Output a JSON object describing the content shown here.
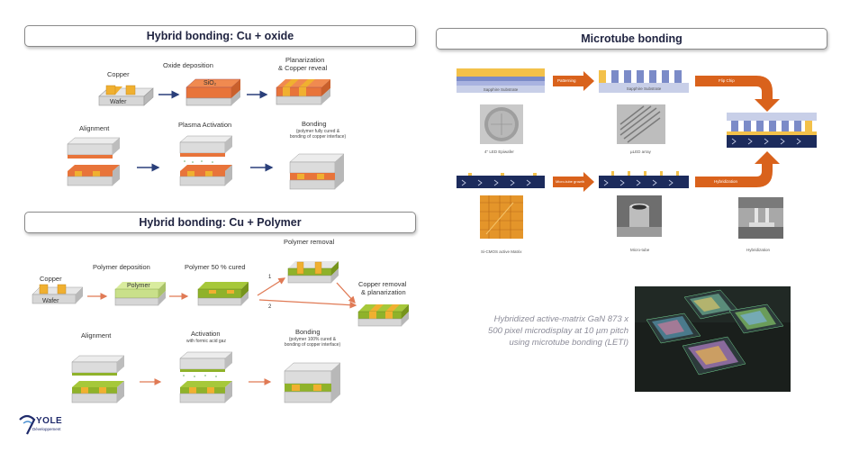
{
  "left": {
    "oxide_title": "Hybrid bonding: Cu + oxide",
    "polymer_title": "Hybrid bonding: Cu + Polymer",
    "oxide": {
      "copper": "Copper",
      "wafer": "Wafer",
      "oxide_deposition": "Oxide deposition",
      "sio2": "SiO₂",
      "planarization_l1": "Planarization",
      "planarization_l2": "& Copper reveal",
      "alignment": "Alignment",
      "plasma_activation": "Plasma Activation",
      "bonding": "Bonding",
      "bonding_note_l1": "(polymer fully cured &",
      "bonding_note_l2": "bonding of copper interface)"
    },
    "polymer": {
      "copper": "Copper",
      "wafer": "Wafer",
      "polymer_deposition": "Polymer deposition",
      "polymer": "Polymer",
      "polymer_cured": "Polymer 50 % cured",
      "polymer_removal": "Polymer removal",
      "path1": "1",
      "path2": "2",
      "copper_removal_l1": "Copper removal",
      "copper_removal_l2": "& planarization",
      "alignment": "Alignment",
      "activation": "Activation",
      "activation_note": "with formic acid gaz",
      "bonding": "Bonding",
      "bonding_note_l1": "(polymer 100% cured &",
      "bonding_note_l2": "bonding of copper interface)"
    },
    "logo": {
      "name": "YOLE",
      "sub": "Développement"
    }
  },
  "right": {
    "title": "Microtube bonding",
    "labels": {
      "patterning": "Patterning",
      "flip_chip": "Flip Chip",
      "microtube_growth": "Micro-tube growth",
      "hybridization": "Hybridization",
      "sapphire_substrate": "Sapphire Substrate"
    },
    "captions": {
      "led_epiwafer": "4\" LED Epiwafer",
      "uled_array": "µLED array",
      "active_matrix": "Si-CMOS active Matrix",
      "microtube": "Micro-tube",
      "hybridization": "Hybridization"
    },
    "photo_caption": [
      "Hybridized active-matrix GaN 873 x",
      "500 pixel microdisplay at 10 µm pitch",
      "using  microtube bonding (LETI)"
    ]
  },
  "colors": {
    "copper": "#f0b030",
    "oxide": "#e8743a",
    "polymer": "#9cc232",
    "substrate": "#d8d8d8",
    "navy": "#1c2b5c",
    "arrow_orange": "#d9621c",
    "arrow_blue": "#2a3f7a"
  }
}
